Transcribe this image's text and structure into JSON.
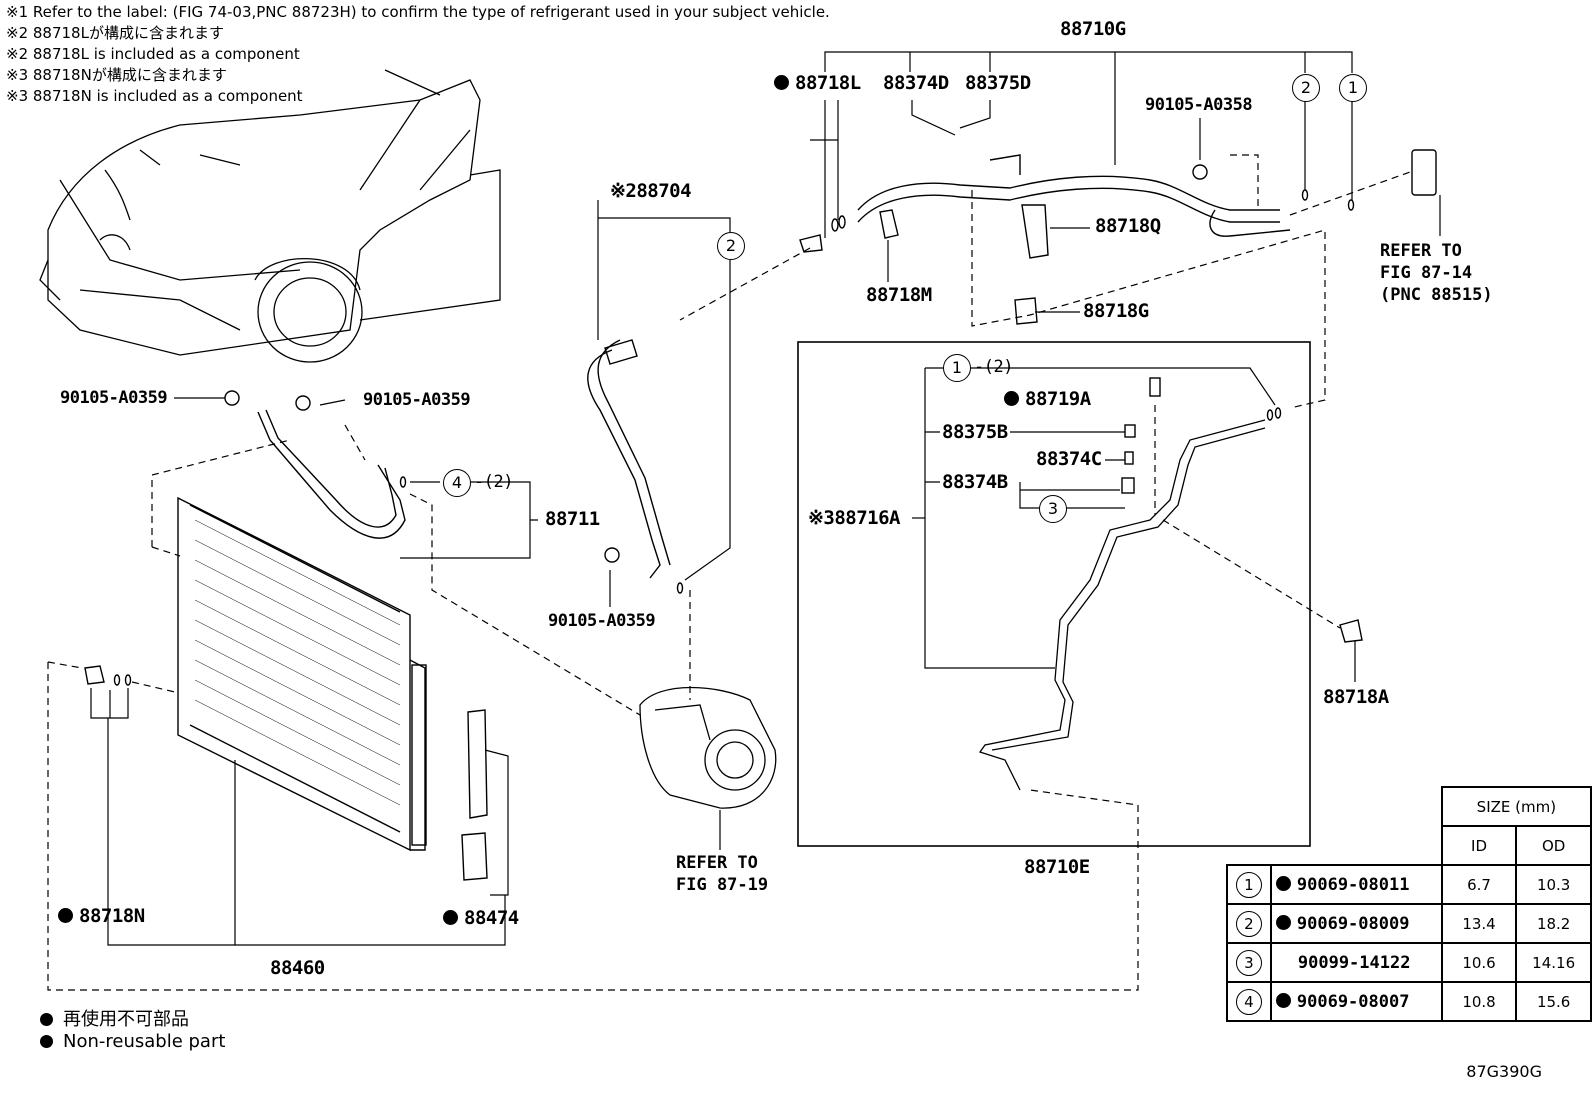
{
  "notes": [
    "※1 Refer to the label: (FIG 74-03,PNC 88723H) to confirm the type of refrigerant used in your subject vehicle.",
    "※2 88718Lが構成に含まれます",
    "※2 88718L is included as a component",
    "※3 88718Nが構成に含まれます",
    "※3 88718N is included as a component"
  ],
  "labels": {
    "p88710G": "88710G",
    "p88718L": "88718L",
    "p88374D": "88374D",
    "p88375D": "88375D",
    "p90105_top": "90105-A0358",
    "p88718Q": "88718Q",
    "p88718M": "88718M",
    "p88718G": "88718G",
    "p88704": "※288704",
    "p90105_l1": "90105-A0359",
    "p90105_l2": "90105-A0359",
    "p88711": "88711",
    "p90105_mid": "90105-A0359",
    "p88719A": "88719A",
    "p88375B": "88375B",
    "p88374C": "88374C",
    "p88374B": "88374B",
    "p88716A": "※388716A",
    "p88718A": "88718A",
    "p88710E": "88710E",
    "p88718N": "88718N",
    "p88474": "88474",
    "p88460": "88460",
    "ref_exp": "REFER TO\nFIG 87-14\n(PNC 88515)",
    "ref_comp": "REFER TO\nFIG 87-19",
    "qty_4": "-(2)",
    "qty_1": "-(2)"
  },
  "size_table": {
    "header": "SIZE (mm)",
    "col_id": "ID",
    "col_od": "OD",
    "rows": [
      {
        "no": "1",
        "part": "90069-08011",
        "id": "6.7",
        "od": "10.3",
        "nonreusable": true
      },
      {
        "no": "2",
        "part": "90069-08009",
        "id": "13.4",
        "od": "18.2",
        "nonreusable": true
      },
      {
        "no": "3",
        "part": "90099-14122",
        "id": "10.6",
        "od": "14.16",
        "nonreusable": false
      },
      {
        "no": "4",
        "part": "90069-08007",
        "id": "10.8",
        "od": "15.6",
        "nonreusable": true
      }
    ]
  },
  "legend": {
    "jp": "再使用不可部品",
    "en": "Non-reusable part"
  },
  "figure_code": "87G390G"
}
